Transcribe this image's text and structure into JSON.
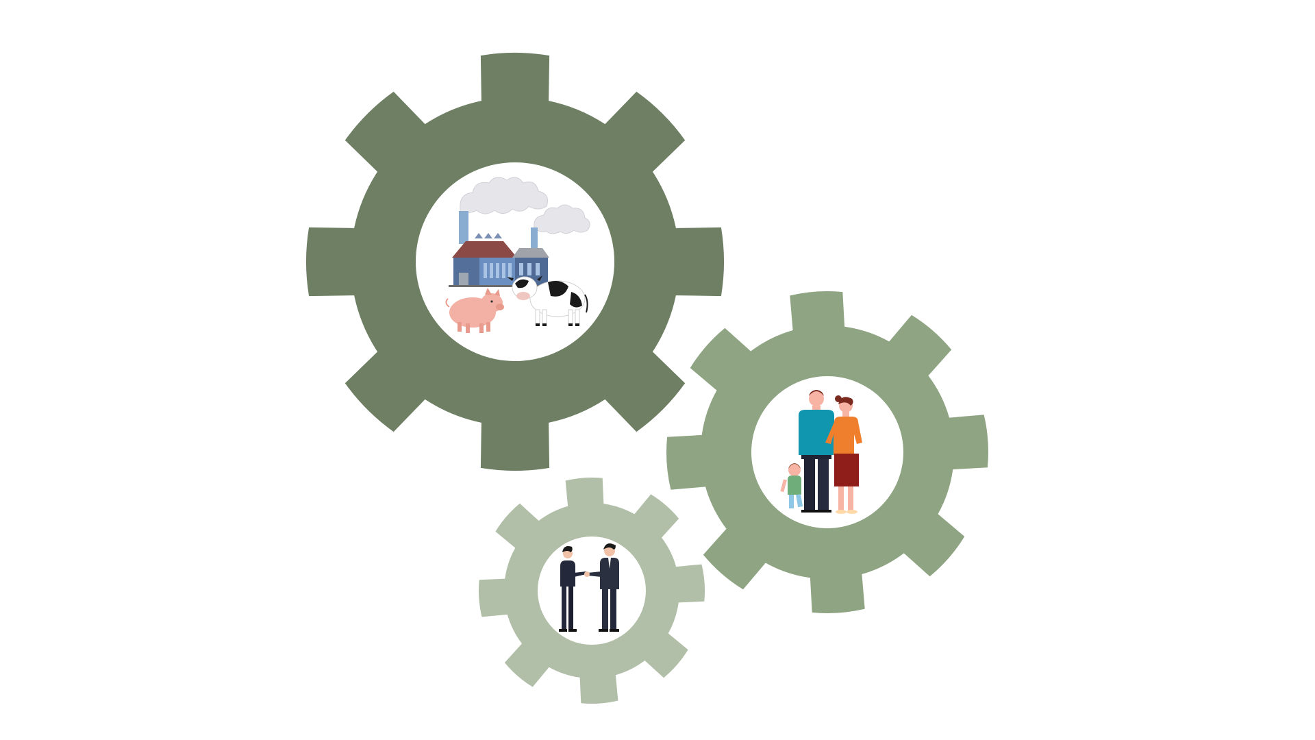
{
  "colors": {
    "background": "#ffffff",
    "gear_large": "#6e7f64",
    "gear_medium": "#8fa482",
    "gear_small": "#b2bfa8",
    "hub": "#ffffff"
  },
  "gears": [
    {
      "id": "gear-industry",
      "size": "large",
      "teeth": 8,
      "icon": "factory-with-livestock-icon"
    },
    {
      "id": "gear-family",
      "size": "medium",
      "teeth": 8,
      "icon": "family-icon"
    },
    {
      "id": "gear-business",
      "size": "small",
      "teeth": 8,
      "icon": "business-handshake-icon"
    }
  ]
}
